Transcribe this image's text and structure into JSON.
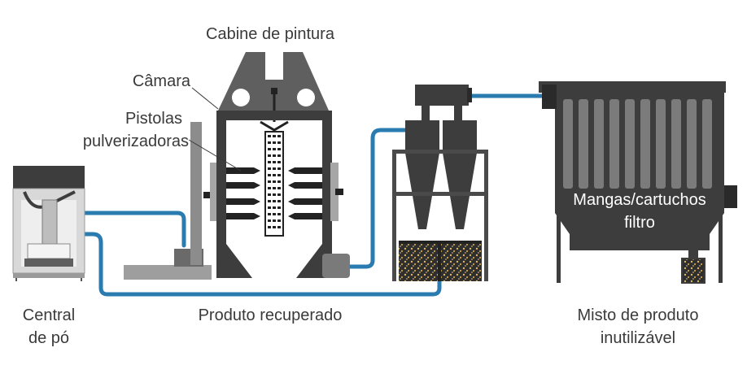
{
  "labels": {
    "booth": "Cabine de pintura",
    "chamber": "Câmara",
    "guns_line1": "Pistolas",
    "guns_line2": "pulverizadoras",
    "central_line1": "Central",
    "central_line2": "de pó",
    "recovered": "Produto recuperado",
    "waste_line1": "Misto de produto",
    "waste_line2": "inutilizável",
    "filter_line1": "Mangas/cartuchos",
    "filter_line2": "filtro"
  },
  "colors": {
    "equipment_dark": "#3d3d3d",
    "equipment_mid": "#5f5f5f",
    "equipment_light": "#d8d8d8",
    "pipe": "#2a7bb0",
    "powder": "#c9a14a",
    "text": "#3a3a3a"
  },
  "icons": [
    "powder-central-unit",
    "spray-booth",
    "spray-gun",
    "cyclone-separator",
    "cartridge-filter",
    "powder-hopper",
    "waste-bin"
  ]
}
